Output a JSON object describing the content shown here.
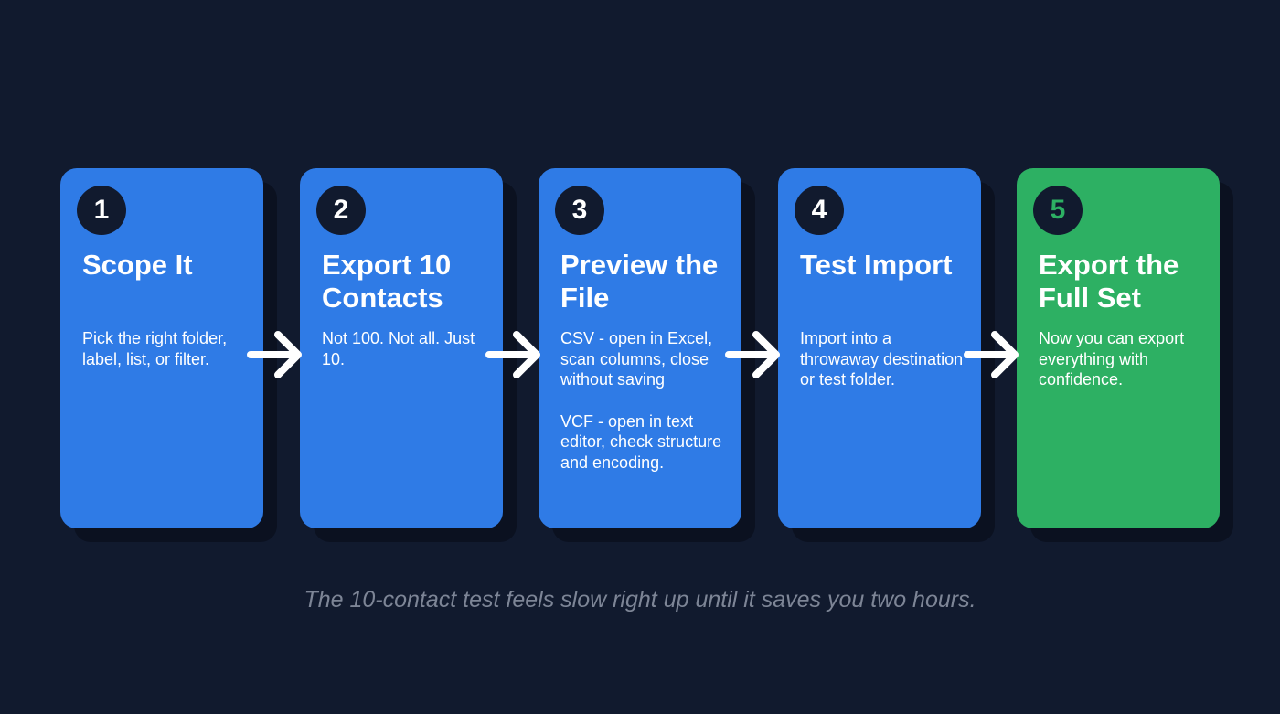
{
  "colors": {
    "background": "#111a2e",
    "step": "#2f7be6",
    "final_step": "#2db063"
  },
  "steps": [
    {
      "number": "1",
      "title": "Scope It",
      "body": [
        "Pick the right folder, label, list, or filter."
      ]
    },
    {
      "number": "2",
      "title": "Export 10 Contacts",
      "body": [
        "Not 100. Not all. Just 10."
      ]
    },
    {
      "number": "3",
      "title": "Preview the File",
      "body": [
        "CSV - open in Excel, scan columns, close without saving",
        "VCF - open in text editor, check structure and encoding."
      ]
    },
    {
      "number": "4",
      "title": "Test Import",
      "body": [
        "Import into a throwaway destination or test folder."
      ]
    },
    {
      "number": "5",
      "title": "Export the Full Set",
      "body": [
        "Now you can export everything with confidence."
      ]
    }
  ],
  "caption": "The 10-contact test feels slow right up until it saves you two hours."
}
